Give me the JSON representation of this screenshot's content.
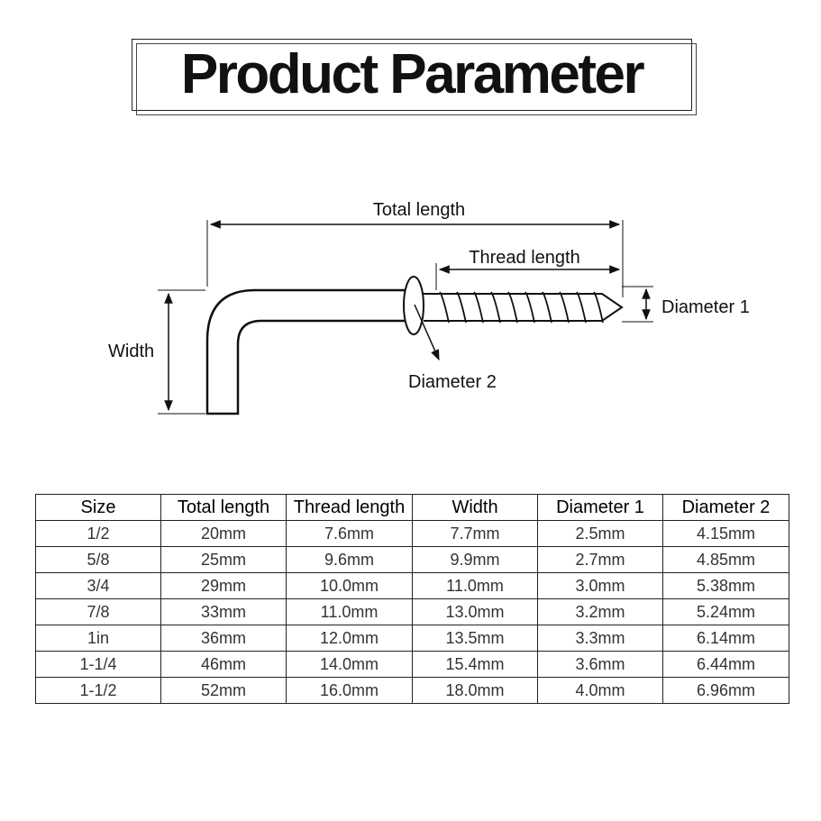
{
  "title": "Product Parameter",
  "diagram": {
    "total_length_label": "Total length",
    "thread_length_label": "Thread length",
    "width_label": "Width",
    "diameter1_label": "Diameter 1",
    "diameter2_label": "Diameter 2"
  },
  "table": {
    "headers": [
      "Size",
      "Total length",
      "Thread length",
      "Width",
      "Diameter 1",
      "Diameter 2"
    ],
    "rows": [
      [
        "1/2",
        "20mm",
        "7.6mm",
        "7.7mm",
        "2.5mm",
        "4.15mm"
      ],
      [
        "5/8",
        "25mm",
        "9.6mm",
        "9.9mm",
        "2.7mm",
        "4.85mm"
      ],
      [
        "3/4",
        "29mm",
        "10.0mm",
        "11.0mm",
        "3.0mm",
        "5.38mm"
      ],
      [
        "7/8",
        "33mm",
        "11.0mm",
        "13.0mm",
        "3.2mm",
        "5.24mm"
      ],
      [
        "1in",
        "36mm",
        "12.0mm",
        "13.5mm",
        "3.3mm",
        "6.14mm"
      ],
      [
        "1-1/4",
        "46mm",
        "14.0mm",
        "15.4mm",
        "3.6mm",
        "6.44mm"
      ],
      [
        "1-1/2",
        "52mm",
        "16.0mm",
        "18.0mm",
        "4.0mm",
        "6.96mm"
      ]
    ]
  }
}
